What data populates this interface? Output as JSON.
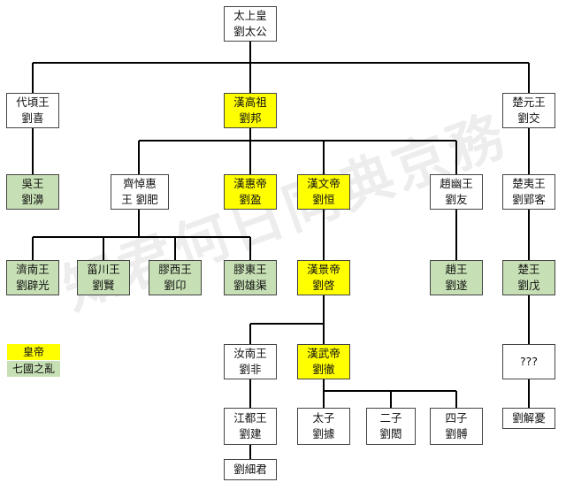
{
  "colors": {
    "emperor": "#ffff00",
    "rebel": "#c6dfb4",
    "plain": "#ffffff",
    "line": "#000000"
  },
  "legend": {
    "emperor_label": "皇帝",
    "rebel_label": "七國之亂"
  },
  "watermark": {
    "text": "知君何日同典京務"
  },
  "nodes": {
    "taishanghuang": {
      "line1": "太上皇",
      "line2": "劉太公",
      "kind": "plain"
    },
    "daiqing": {
      "line1": "代頃王",
      "line2": "劉喜",
      "kind": "plain"
    },
    "gaozu": {
      "line1": "漢高祖",
      "line2": "劉邦",
      "kind": "emperor"
    },
    "chuyuan": {
      "line1": "楚元王",
      "line2": "劉交",
      "kind": "plain"
    },
    "wuwang": {
      "line1": "吳王",
      "line2": "劉濞",
      "kind": "rebel"
    },
    "qidaohui": {
      "line1": "齊悼惠",
      "line2": "王 劉肥",
      "kind": "plain"
    },
    "huidi": {
      "line1": "漢惠帝",
      "line2": "劉盈",
      "kind": "emperor"
    },
    "wendi": {
      "line1": "漢文帝",
      "line2": "劉恒",
      "kind": "emperor"
    },
    "zhaoyou": {
      "line1": "趙幽王",
      "line2": "劉友",
      "kind": "plain"
    },
    "chuyi": {
      "line1": "楚夷王",
      "line2": "劉郢客",
      "kind": "plain"
    },
    "jinan": {
      "line1": "濟南王",
      "line2": "劉辟光",
      "kind": "rebel"
    },
    "zichuan": {
      "line1": "菑川王",
      "line2": "劉賢",
      "kind": "rebel"
    },
    "jiaoxi": {
      "line1": "膠西王",
      "line2": "劉卬",
      "kind": "rebel"
    },
    "jiaodong": {
      "line1": "膠東王",
      "line2": "劉雄渠",
      "kind": "rebel"
    },
    "jingdi": {
      "line1": "漢景帝",
      "line2": "劉啓",
      "kind": "emperor"
    },
    "zhaowang": {
      "line1": "趙王",
      "line2": "劉遂",
      "kind": "rebel"
    },
    "chuwang": {
      "line1": "楚王",
      "line2": "劉戊",
      "kind": "rebel"
    },
    "runan": {
      "line1": "汝南王",
      "line2": "劉非",
      "kind": "plain"
    },
    "wudi": {
      "line1": "漢武帝",
      "line2": "劉徹",
      "kind": "emperor"
    },
    "unknown": {
      "line1": "???",
      "line2": "",
      "kind": "plain"
    },
    "jiangdu": {
      "line1": "江都王",
      "line2": "劉建",
      "kind": "plain"
    },
    "taizi": {
      "line1": "太子",
      "line2": "劉據",
      "kind": "plain"
    },
    "erzi": {
      "line1": "二子",
      "line2": "劉閎",
      "kind": "plain"
    },
    "sizi": {
      "line1": "四子",
      "line2": "劉髆",
      "kind": "plain"
    },
    "liujieyou": {
      "line1": "劉解憂",
      "line2": "",
      "kind": "plain"
    },
    "liuxijun": {
      "line1": "劉細君",
      "line2": "",
      "kind": "plain"
    }
  }
}
